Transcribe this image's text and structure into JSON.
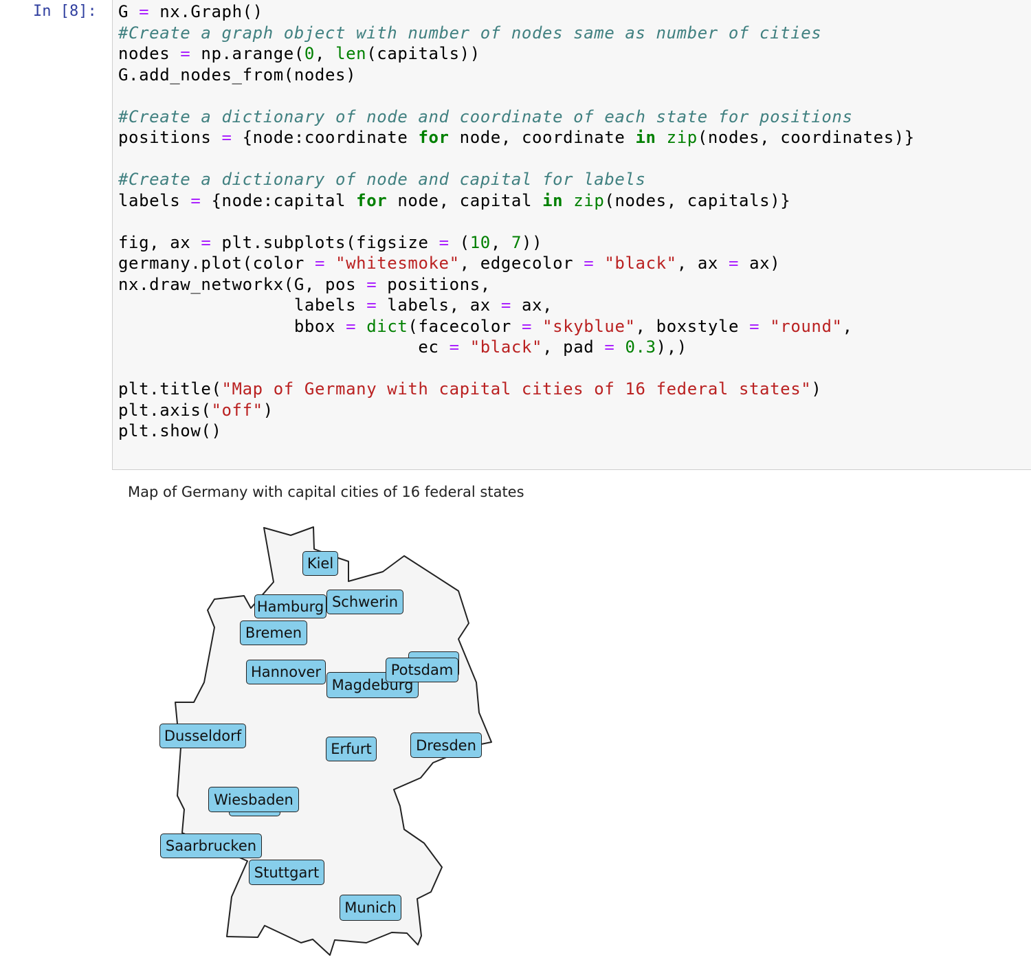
{
  "cell": {
    "prompt": "In [8]:",
    "code_lines": [
      [
        [
          "",
          "G "
        ],
        [
          "o",
          "="
        ],
        [
          "",
          " nx.Graph()"
        ]
      ],
      [
        [
          "c",
          "#Create a graph object with number of nodes same as number of cities"
        ]
      ],
      [
        [
          "",
          "nodes "
        ],
        [
          "o",
          "="
        ],
        [
          "",
          " np.arange("
        ],
        [
          "n",
          "0"
        ],
        [
          "",
          ", "
        ],
        [
          "b",
          "len"
        ],
        [
          "",
          "(capitals))"
        ]
      ],
      [
        [
          "",
          "G.add_nodes_from(nodes)"
        ]
      ],
      [],
      [
        [
          "c",
          "#Create a dictionary of node and coordinate of each state for positions"
        ]
      ],
      [
        [
          "",
          "positions "
        ],
        [
          "o",
          "="
        ],
        [
          "",
          " {node:coordinate "
        ],
        [
          "k",
          "for"
        ],
        [
          "",
          " node, coordinate "
        ],
        [
          "k",
          "in"
        ],
        [
          "",
          "",
          " "
        ],
        [
          "b",
          "zip"
        ],
        [
          "",
          "(nodes, coordinates)}"
        ]
      ],
      [],
      [
        [
          "c",
          "#Create a dictionary of node and capital for labels"
        ]
      ],
      [
        [
          "",
          "labels "
        ],
        [
          "o",
          "="
        ],
        [
          "",
          " {node:capital "
        ],
        [
          "k",
          "for"
        ],
        [
          "",
          " node, capital "
        ],
        [
          "k",
          "in"
        ],
        [
          "",
          " "
        ],
        [
          "b",
          "zip"
        ],
        [
          "",
          "(nodes, capitals)}"
        ]
      ],
      [],
      [
        [
          "",
          "fig, ax "
        ],
        [
          "o",
          "="
        ],
        [
          "",
          " plt.subplots(figsize "
        ],
        [
          "o",
          "="
        ],
        [
          "",
          " ("
        ],
        [
          "n",
          "10"
        ],
        [
          "",
          ", "
        ],
        [
          "n",
          "7"
        ],
        [
          "",
          "))"
        ]
      ],
      [
        [
          "",
          "germany.plot(color "
        ],
        [
          "o",
          "="
        ],
        [
          "",
          " "
        ],
        [
          "s",
          "\"whitesmoke\""
        ],
        [
          "",
          ", edgecolor "
        ],
        [
          "o",
          "="
        ],
        [
          "",
          " "
        ],
        [
          "s",
          "\"black\""
        ],
        [
          "",
          ", ax "
        ],
        [
          "o",
          "="
        ],
        [
          "",
          " ax)"
        ]
      ],
      [
        [
          "",
          "nx.draw_networkx(G, pos "
        ],
        [
          "o",
          "="
        ],
        [
          "",
          " positions,"
        ]
      ],
      [
        [
          "",
          "                 labels "
        ],
        [
          "o",
          "="
        ],
        [
          "",
          " labels, ax "
        ],
        [
          "o",
          "="
        ],
        [
          "",
          " ax,"
        ]
      ],
      [
        [
          "",
          "                 bbox "
        ],
        [
          "o",
          "="
        ],
        [
          "",
          " "
        ],
        [
          "b",
          "dict"
        ],
        [
          "",
          "(facecolor "
        ],
        [
          "o",
          "="
        ],
        [
          "",
          " "
        ],
        [
          "s",
          "\"skyblue\""
        ],
        [
          "",
          ", boxstyle "
        ],
        [
          "o",
          "="
        ],
        [
          "",
          " "
        ],
        [
          "s",
          "\"round\""
        ],
        [
          "",
          ","
        ]
      ],
      [
        [
          "",
          "                             ec "
        ],
        [
          "o",
          "="
        ],
        [
          "",
          " "
        ],
        [
          "s",
          "\"black\""
        ],
        [
          "",
          ", pad "
        ],
        [
          "o",
          "="
        ],
        [
          "",
          " "
        ],
        [
          "n",
          "0.3"
        ],
        [
          "",
          "),)"
        ]
      ],
      [],
      [
        [
          "",
          "plt.title("
        ],
        [
          "s",
          "\"Map of Germany with capital cities of 16 federal states\""
        ],
        [
          "",
          ")"
        ]
      ],
      [
        [
          "",
          "plt.axis("
        ],
        [
          "s",
          "\"off\""
        ],
        [
          "",
          ")"
        ]
      ],
      [
        [
          "",
          "plt.show()"
        ]
      ]
    ]
  },
  "output": {
    "title": "Map of Germany with capital cities of 16 federal states",
    "map_fill": "#f5f5f5",
    "label_fill": "#87CEEB",
    "labels": {
      "kiel": "Kiel",
      "hamburg": "Hamburg",
      "schwerin": "Schwerin",
      "bremen": "Bremen",
      "hannover": "Hannover",
      "magdeburg": "Magdeburg",
      "potsdam": "Potsdam",
      "dusseldorf": "Dusseldorf",
      "erfurt": "Erfurt",
      "dresden": "Dresden",
      "wiesbaden": "Wiesbaden",
      "saarbrucken": "Saarbrucken",
      "stuttgart": "Stuttgart",
      "munich": "Munich"
    }
  }
}
